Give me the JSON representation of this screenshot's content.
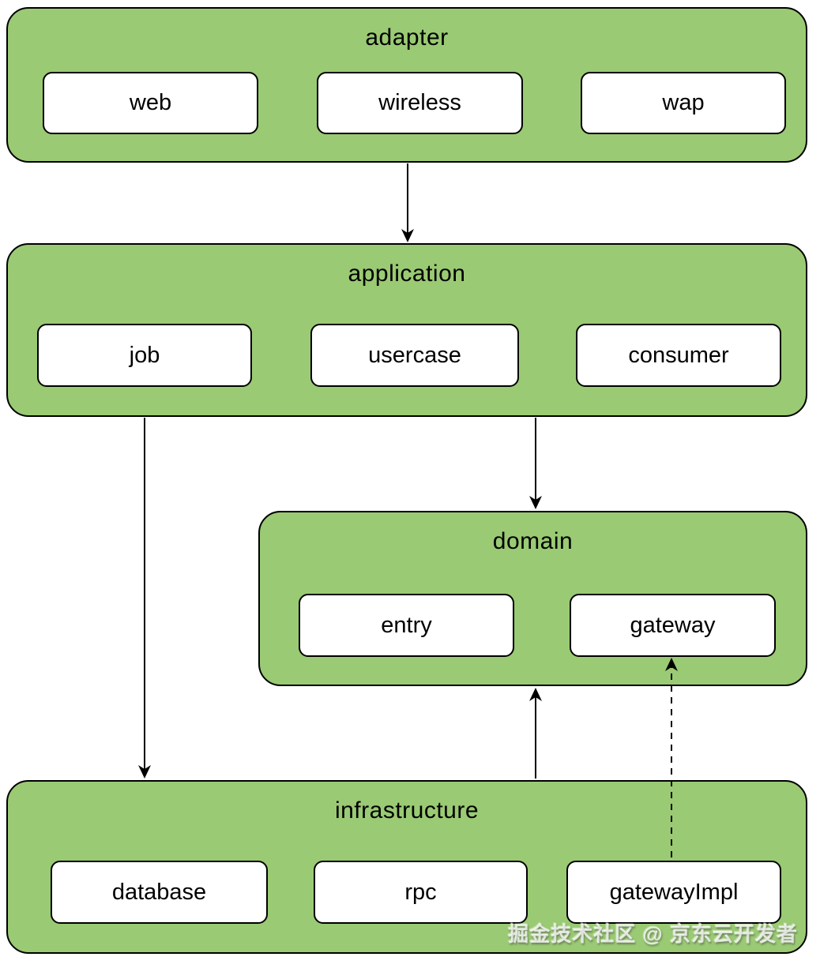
{
  "diagram": {
    "layers": [
      {
        "id": "adapter",
        "title": "adapter",
        "modules": [
          {
            "label": "web"
          },
          {
            "label": "wireless"
          },
          {
            "label": "wap"
          }
        ]
      },
      {
        "id": "application",
        "title": "application",
        "modules": [
          {
            "label": "job"
          },
          {
            "label": "usercase"
          },
          {
            "label": "consumer"
          }
        ]
      },
      {
        "id": "domain",
        "title": "domain",
        "modules": [
          {
            "label": "entry"
          },
          {
            "label": "gateway"
          }
        ]
      },
      {
        "id": "infrastructure",
        "title": "infrastructure",
        "modules": [
          {
            "label": "database"
          },
          {
            "label": "rpc"
          },
          {
            "label": "gatewayImpl"
          }
        ]
      }
    ],
    "connections": [
      {
        "from": "adapter",
        "to": "application",
        "style": "solid",
        "direction": "down"
      },
      {
        "from": "application",
        "to": "domain",
        "style": "solid",
        "direction": "down"
      },
      {
        "from": "job",
        "to": "infrastructure",
        "style": "solid",
        "direction": "down"
      },
      {
        "from": "infrastructure",
        "to": "domain",
        "style": "solid",
        "direction": "up"
      },
      {
        "from": "gatewayImpl",
        "to": "gateway",
        "style": "dashed",
        "direction": "up"
      }
    ],
    "colors": {
      "layer_fill": "#9aca73",
      "layer_border": "#000000",
      "module_fill": "#ffffff",
      "text": "#000000"
    }
  },
  "watermark": "掘金技术社区 @ 京东云开发者"
}
